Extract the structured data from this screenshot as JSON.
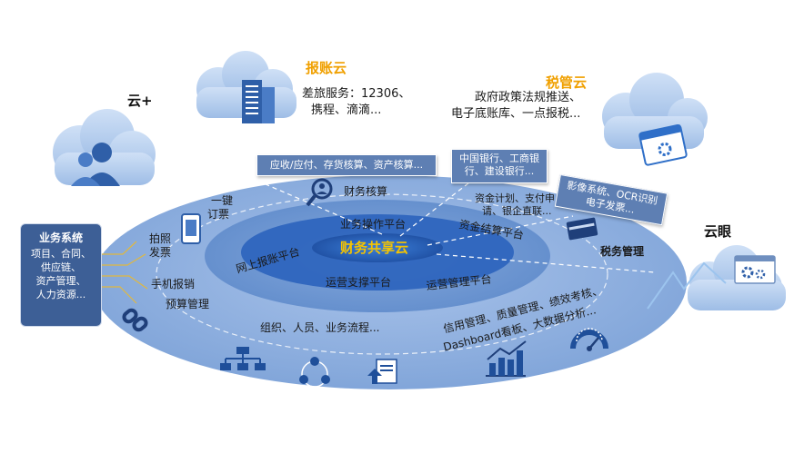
{
  "labels": {
    "yun_plus": "云+",
    "bz_title": "报账云",
    "bz_line1": "差旅服务：12306、",
    "bz_line2": "携程、滴滴...",
    "sg_title": "税管云",
    "sg_line1": "政府政策法规推送、",
    "sg_line2": "电子底账库、一点报税...",
    "yunyan": "云眼",
    "tag_top": "应收/应付、存货核算、资产核算...",
    "tag_bank": [
      "中国银行、工商银",
      "行、建设银行..."
    ],
    "tag_ocr": [
      "影像系统、OCR识别",
      "电子发票..."
    ],
    "biz_title": "业务系统",
    "biz_lines": [
      "项目、合同、",
      "供应链、",
      "资产管理、",
      "人力资源..."
    ],
    "cw_hesuan": "财务核算",
    "zijin_plan": [
      "资金计划、支付申",
      "请、银企直联..."
    ],
    "yiji": [
      "一键",
      "订票"
    ],
    "paizhao": [
      "拍照",
      "发票"
    ],
    "core": "财务共享云",
    "ywcz": "业务操作平台",
    "wsbz": "网上报账平台",
    "zjjs": "资金结算平台",
    "yyzc": "运营支撑平台",
    "yygl": "运营管理平台",
    "shuiwu": "税务管理",
    "sjbx": "手机报销",
    "ysgl": "预算管理",
    "zzry": "组织、人员、业务流程...",
    "xygl": "信用管理、质量管理、绩效考核、",
    "dash": "Dashboard看板、大数据分析..."
  },
  "icons": [
    "person-cloud-icon",
    "server-icon",
    "gear-window-icon",
    "magnifier-person-icon",
    "mobile-ticket-icon",
    "card-icon",
    "cloud-gear-icon",
    "chain-link-icon",
    "org-chart-icon",
    "people-network-icon",
    "document-upload-icon",
    "bar-chart-icon",
    "gauge-icon"
  ],
  "colors": {
    "outer_ring": "#8aaedd",
    "middle_ring": "#6b95cf",
    "inner_ring": "#2f67c2",
    "core": "#1f4fa6",
    "accent_orange": "#f0a000",
    "core_text": "#f5c400"
  }
}
